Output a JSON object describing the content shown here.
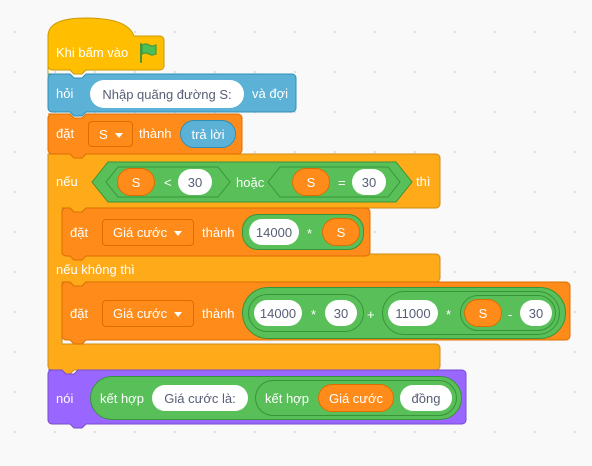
{
  "hat": {
    "label": "Khi bấm vào",
    "icon": "green-flag-icon"
  },
  "ask": {
    "label": "hỏi",
    "question": "Nhập quãng đường S:",
    "suffix": "và đợi"
  },
  "set1": {
    "label": "đặt",
    "variable": "S",
    "to": "thành",
    "value": "trả lời"
  },
  "if_block": {
    "label": "nếu",
    "then": "thì",
    "else": "nếu không thì",
    "condition": {
      "left": {
        "var": "S",
        "op": "<",
        "value": "30"
      },
      "joiner": "hoặc",
      "right": {
        "var": "S",
        "op": "=",
        "value": "30"
      }
    }
  },
  "set2": {
    "label": "đặt",
    "variable": "Giá cước",
    "to": "thành",
    "num": "14000",
    "op": "*",
    "var": "S"
  },
  "set3": {
    "label": "đặt",
    "variable": "Giá cước",
    "to": "thành",
    "num1": "14000",
    "op1": "*",
    "num2": "30",
    "plus": "+",
    "num3": "11000",
    "op2": "*",
    "var": "S",
    "minus": "-",
    "num4": "30"
  },
  "say": {
    "label": "nói",
    "join1": "kết hợp",
    "text1": "Giá cước là:",
    "join2": "kết hợp",
    "var": "Giá cước",
    "text2": "đồng"
  },
  "colors": {
    "events": "#ffbf00",
    "sensing": "#5cb1d6",
    "variables": "#ff8c1a",
    "control": "#ffab19",
    "operators": "#59c059",
    "looks": "#9966ff"
  }
}
